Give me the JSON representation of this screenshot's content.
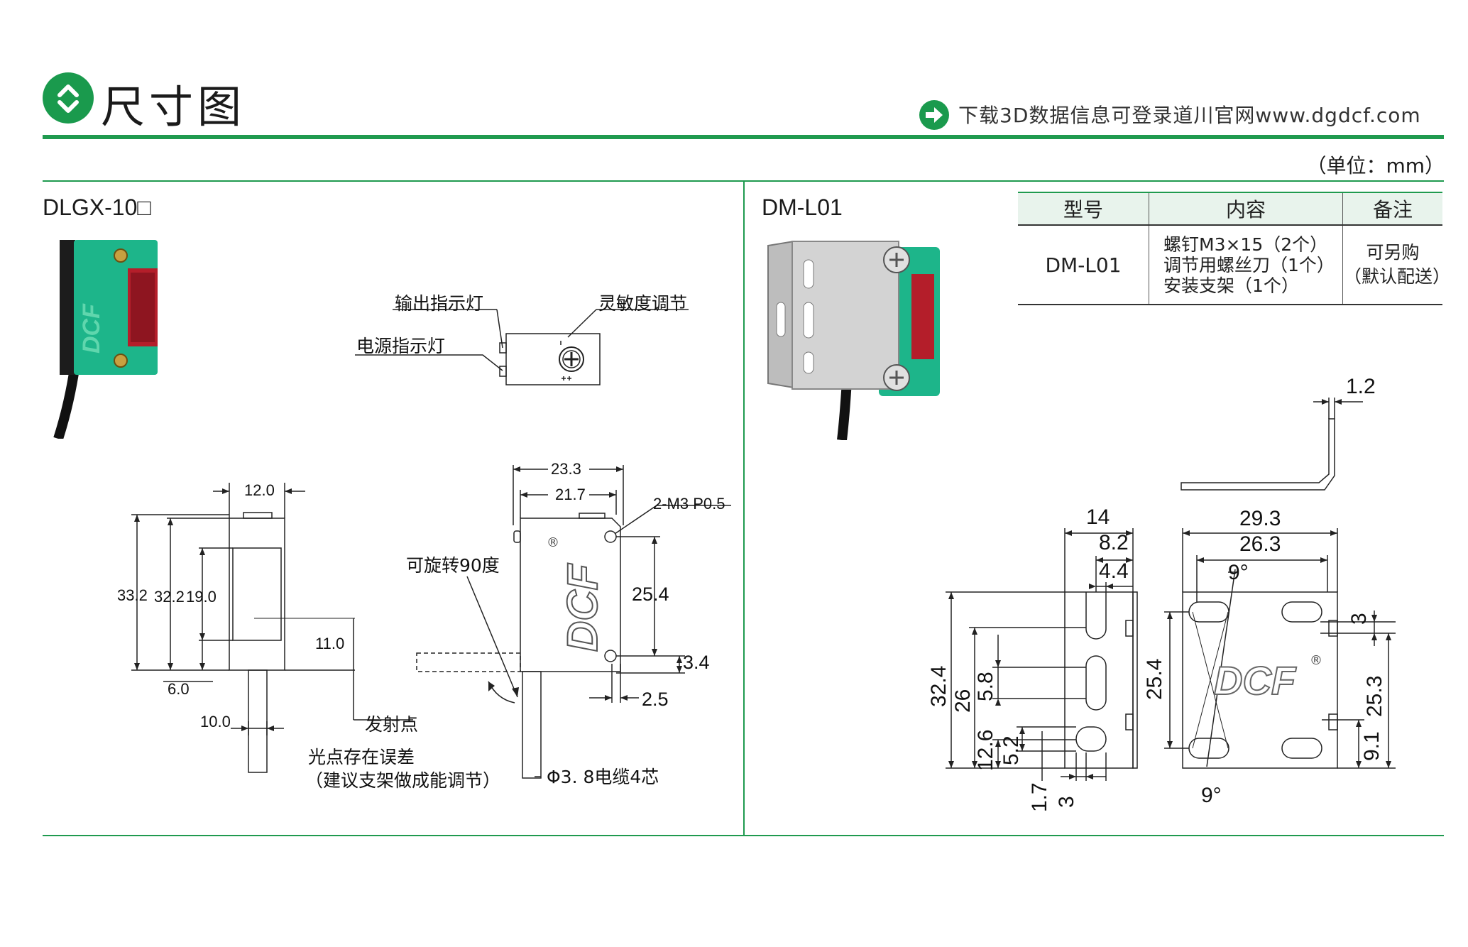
{
  "header": {
    "title": "尺寸图",
    "website_note": "下载3D数据信息可登录道川官网www.dgdcf.com",
    "unit_note": "（单位：mm）"
  },
  "left_panel": {
    "model": "DLGX-10□",
    "brand_mark": "DCF",
    "labels": {
      "output_indicator": "输出指示灯",
      "power_indicator": "电源指示灯",
      "sensitivity_adjust": "灵敏度调节",
      "rotatable": "可旋转90度",
      "emission_point": "发射点",
      "spot_error": "光点存在误差",
      "spot_error_note": "（建议支架做成能调节）",
      "cable": "Φ3. 8电缆4芯",
      "thread": "2-M3 P0.5"
    },
    "dimensions": {
      "w12": "12.0",
      "h33_2": "33.2",
      "h32_2": "32.2",
      "h19": "19.0",
      "d6": "6.0",
      "d11": "11.0",
      "d10": "10.0",
      "w23_3": "23.3",
      "w21_7": "21.7",
      "h25_4": "25.4",
      "d3_4": "3.4",
      "d2_5": "2.5"
    }
  },
  "right_panel": {
    "model": "DM-L01",
    "table": {
      "headers": [
        "型号",
        "内容",
        "备注"
      ],
      "row": {
        "model": "DM-L01",
        "contents": [
          "螺钉M3×15（2个）",
          "调节用螺丝刀（1个）",
          "安装支架（1个）"
        ],
        "remark": [
          "可另购",
          "（默认配送）"
        ]
      }
    },
    "dimensions": {
      "t1_2": "1.2",
      "w14": "14",
      "w8_2": "8.2",
      "w4_4": "4.4",
      "h32_4": "32.4",
      "h26": "26",
      "h5_8": "5.8",
      "h12_6": "12.6",
      "h5_2": "5.2",
      "d1_7": "1.7",
      "d3": "3",
      "w29_3": "29.3",
      "w26_3": "26.3",
      "a9": "9°",
      "a9b": "9°",
      "h25_4": "25.4",
      "r3": "3",
      "r25_3": "25.3",
      "r9_1": "9.1"
    },
    "brand_mark": "DCF"
  },
  "colors": {
    "accent": "#1f9a4f",
    "sensor_green": "#1db58a",
    "lens_red": "#b41e2a"
  }
}
